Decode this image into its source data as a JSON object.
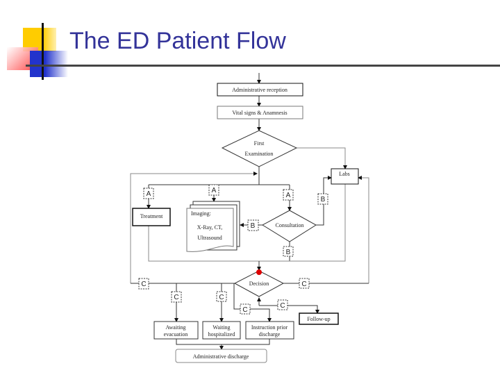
{
  "slide": {
    "title": "The ED Patient Flow"
  },
  "diagram": {
    "nodes": {
      "admin_reception": "Administrative reception",
      "vital_signs": "Vital signs & Anamnesis",
      "first_exam_1": "First",
      "first_exam_2": "Examination",
      "labs": "Labs",
      "treatment": "Treatment",
      "imaging_1": "Imaging:",
      "imaging_2": "X-Ray, CT,",
      "imaging_3": "Ultrasound",
      "consultation": "Consultation",
      "decision": "Decision",
      "follow_up": "Follow-up",
      "awaiting_1": "Awaiting",
      "awaiting_2": "evacuation",
      "waiting_1": "Waiting",
      "waiting_2": "hospitalized",
      "instruction_1": "Instruction prior",
      "instruction_2": "discharge",
      "admin_discharge": "Administrative discharge"
    },
    "connectors": {
      "a": "A",
      "b": "B",
      "c": "C"
    },
    "colors": {
      "title": "#333399",
      "marker": "#dd0000"
    }
  }
}
